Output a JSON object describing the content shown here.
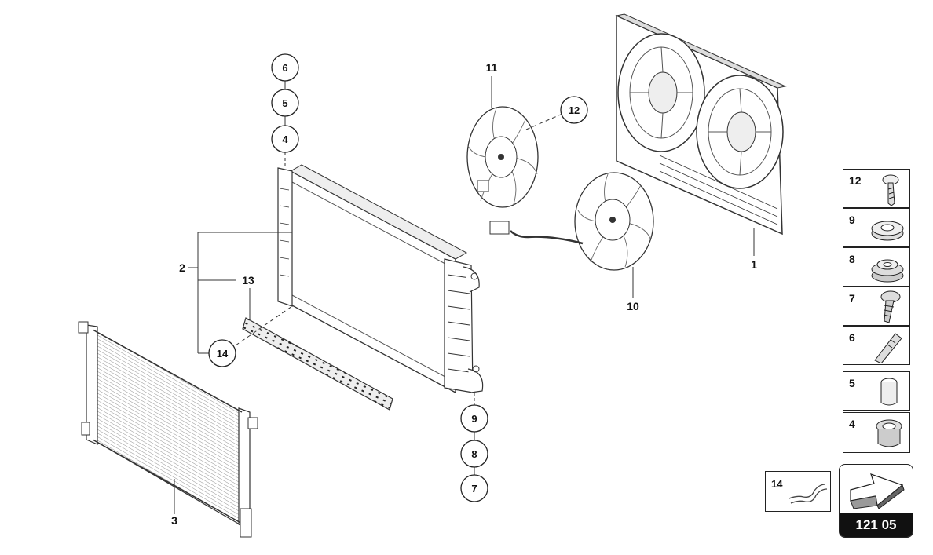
{
  "callouts": {
    "c6": "6",
    "c5": "5",
    "c4": "4",
    "c12": "12",
    "c14": "14",
    "c9": "9",
    "c8": "8",
    "c7": "7"
  },
  "labels": {
    "l1": "1",
    "l2": "2",
    "l3": "3",
    "l10": "10",
    "l11": "11",
    "l13": "13"
  },
  "legend": [
    {
      "number": "12",
      "icon": "torx-screw-icon"
    },
    {
      "number": "9",
      "icon": "grommet-icon"
    },
    {
      "number": "8",
      "icon": "clip-nut-icon"
    },
    {
      "number": "7",
      "icon": "flange-screw-icon"
    },
    {
      "number": "6",
      "icon": "pin-icon"
    },
    {
      "number": "5",
      "icon": "sleeve-icon"
    },
    {
      "number": "4",
      "icon": "rubber-mount-icon"
    }
  ],
  "ref_box": {
    "number": "14",
    "icon": "seal-strip-icon"
  },
  "page": {
    "number": "121 05",
    "icon": "direction-arrow-icon"
  }
}
